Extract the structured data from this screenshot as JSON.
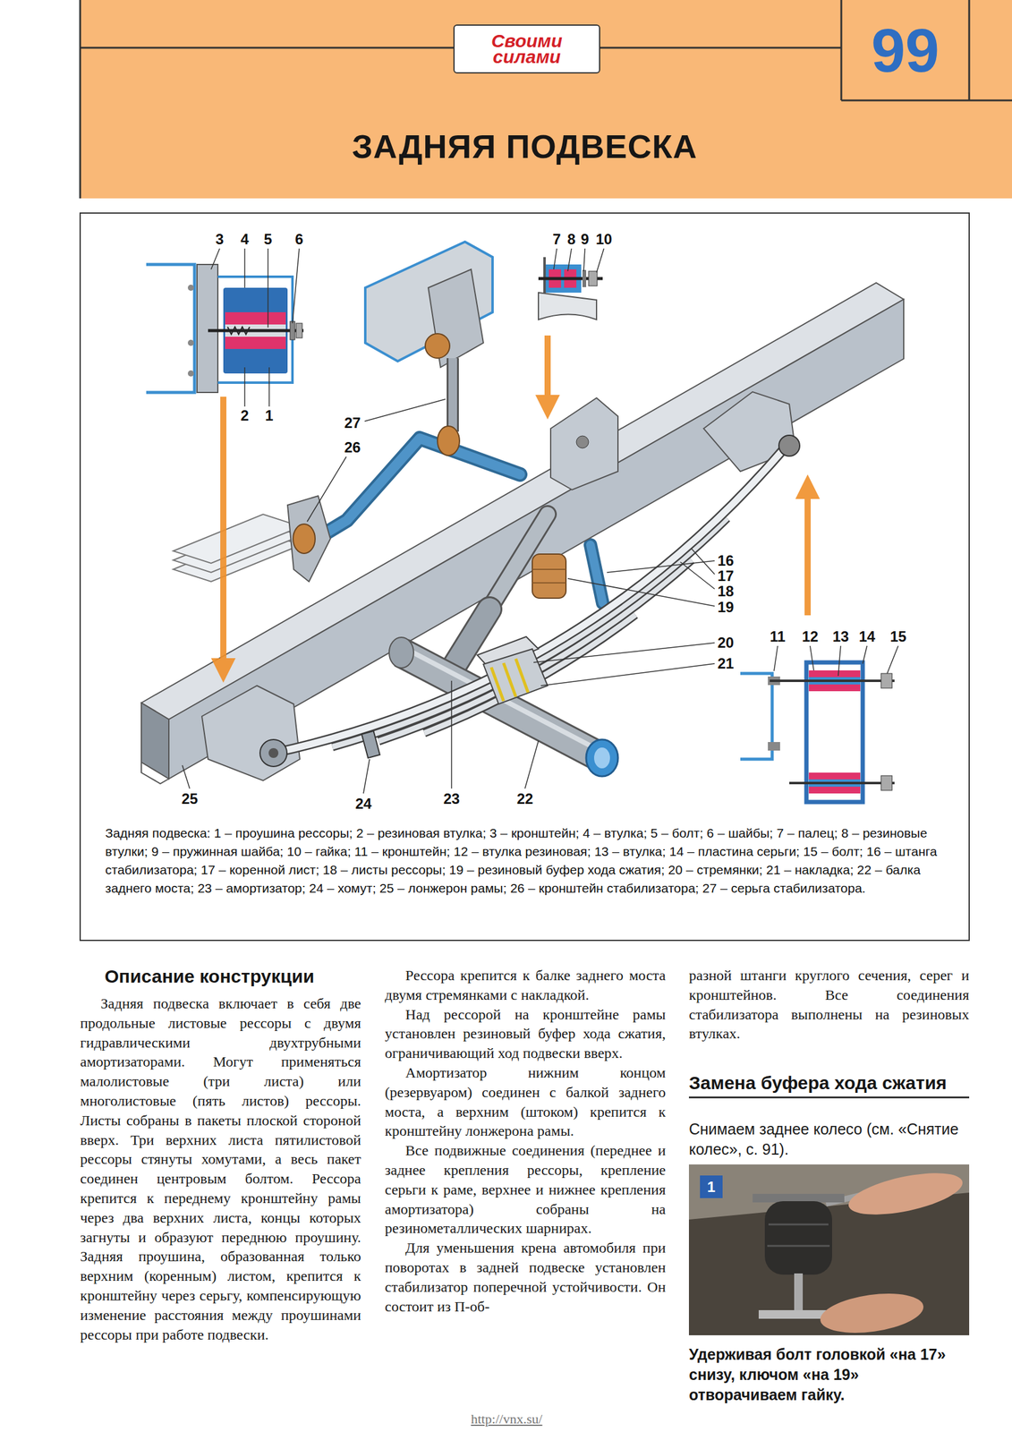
{
  "diagram": {
    "title": "ЗАДНЯЯ ПОДВЕСКА",
    "caption": "Задняя подвеска: 1 – проушина рессоры; 2 – резиновая втулка; 3 – кронштейн; 4 – втулка; 5 – болт; 6 – шайбы; 7 – палец; 8 – резиновые втулки; 9 – пружинная шайба; 10 – гайка; 11 – кронштейн; 12 – втулка резиновая; 13 – втулка; 14 – пластина серьги; 15 – болт; 16 – штанга стабилизатора; 17 – коренной лист; 18 – листы рессоры; 19 – резиновый буфер хода сжатия; 20 – стремянки; 21 – накладка; 22 – балка заднего моста; 23 – амортизатор; 24 – хомут; 25 – лонжерон рамы; 26 – кронштейн стабилизатора; 27 – серьга стабилизатора.",
    "nodes": [
      {
        "text": [
          "99"
        ]
      },
      {
        "text": [
          "Своими силами"
        ]
      },
      {
        "text": [
          "1"
        ]
      }
    ],
    "labels": [
      "3",
      "4",
      "5",
      "6",
      "2",
      "1",
      "7",
      "8",
      "9",
      "10",
      "27",
      "26",
      "16",
      "17",
      "18",
      "19",
      "20",
      "21",
      "11",
      "12",
      "13",
      "14",
      "15",
      "25",
      "24",
      "23",
      "22",
      "Описание конструкции",
      "Задняя подвеска включает в себя две продольные листовые рессоры с двумя гидравлическими двухтрубными амортизаторами. Могут применяться малолистовые (три листа) или многолистовые (пять листов) рессоры. Листы собраны в пакеты плоской стороной вверх. Три верхних листа пятилистовой рессоры стянуты хомутами, а весь пакет соединен центровым болтом. Рессора крепится к переднему кронштейну рамы через два верхних листа, концы которых загнуты и образуют переднюю проушину. Задняя проушина, образованная только верхним (коренным) листом, крепится к кронштейну через серьгу, компенсирующую изменение расстояния между проушинами рессоры при работе подвески.",
      "Рессора крепится к балке заднего моста двумя стремянками с накладкой.",
      "Над рессорой на кронштейне рамы установлен резиновый буфер хода сжатия, ограничивающий ход подвески вверх.",
      "Амортизатор нижним концом (резервуаром) соединен с балкой заднего моста, а верхним (штоком) крепится к кронштейну лонжерона рамы.",
      "Все подвижные соединения (переднее и заднее крепления рессоры, крепление серьги к раме, верхнее и нижнее крепления амортизатора) собраны на резинометаллических шарнирах.",
      "Для уменьшения крена автомобиля при поворотах в задней подвеске установлен стабилизатор поперечной устойчивости. Он состоит из П-об-",
      "разной штанги круглого сечения, серег и кронштейнов. Все соединения стабилизатора выполнены на резиновых втулках.",
      "Замена буфера хода сжатия",
      "Снимаем заднее колесо (см. «Снятие колес», с. 91).",
      "Удерживая болт головкой «на 17» снизу, ключом «на 19» отворачиваем гайку.",
      "http://vnx.su/"
    ]
  }
}
